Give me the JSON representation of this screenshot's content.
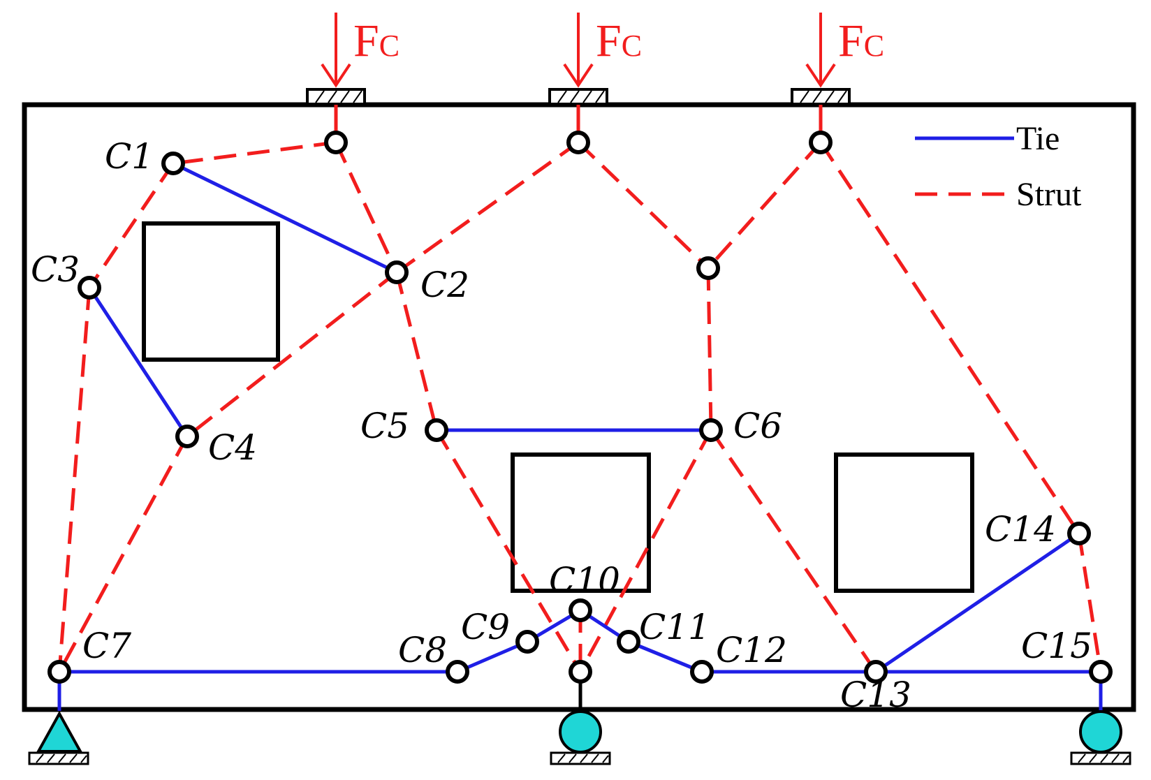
{
  "colors": {
    "tie": "#1f1fe6",
    "strut": "#f21d1d",
    "outline": "#000000",
    "support_fill": "#1fd6d6",
    "load": "#f21d1d"
  },
  "loads": [
    {
      "id": "load-1",
      "main": "F",
      "sub": "C"
    },
    {
      "id": "load-2",
      "main": "F",
      "sub": "C"
    },
    {
      "id": "load-3",
      "main": "F",
      "sub": "C"
    }
  ],
  "legend": {
    "tie_label": "Tie",
    "strut_label": "Strut"
  },
  "nodes": [
    {
      "id": "C1",
      "label": "C1"
    },
    {
      "id": "C2",
      "label": "C2"
    },
    {
      "id": "C3",
      "label": "C3"
    },
    {
      "id": "C4",
      "label": "C4"
    },
    {
      "id": "C5",
      "label": "C5"
    },
    {
      "id": "C6",
      "label": "C6"
    },
    {
      "id": "C7",
      "label": "C7"
    },
    {
      "id": "C8",
      "label": "C8"
    },
    {
      "id": "C9",
      "label": "C9"
    },
    {
      "id": "C10",
      "label": "C10"
    },
    {
      "id": "C11",
      "label": "C11"
    },
    {
      "id": "C12",
      "label": "C12"
    },
    {
      "id": "C13",
      "label": "C13"
    },
    {
      "id": "C14",
      "label": "C14"
    },
    {
      "id": "C15",
      "label": "C15"
    },
    {
      "id": "T1",
      "label": ""
    },
    {
      "id": "T2",
      "label": ""
    },
    {
      "id": "T3",
      "label": ""
    },
    {
      "id": "N1",
      "label": ""
    },
    {
      "id": "B",
      "label": ""
    }
  ],
  "members": [
    {
      "from": "T1",
      "to": "C1",
      "type": "strut"
    },
    {
      "from": "C1",
      "to": "C3",
      "type": "strut"
    },
    {
      "from": "C1",
      "to": "C2",
      "type": "tie"
    },
    {
      "from": "T1",
      "to": "C2",
      "type": "strut"
    },
    {
      "from": "T2",
      "to": "C2",
      "type": "strut"
    },
    {
      "from": "C2",
      "to": "C4",
      "type": "strut"
    },
    {
      "from": "C3",
      "to": "C4",
      "type": "tie"
    },
    {
      "from": "C3",
      "to": "C7",
      "type": "strut"
    },
    {
      "from": "C4",
      "to": "C7",
      "type": "strut"
    },
    {
      "from": "C2",
      "to": "C5",
      "type": "strut"
    },
    {
      "from": "T2",
      "to": "N1",
      "type": "strut"
    },
    {
      "from": "T3",
      "to": "N1",
      "type": "strut"
    },
    {
      "from": "N1",
      "to": "C6",
      "type": "strut"
    },
    {
      "from": "C5",
      "to": "C6",
      "type": "tie"
    },
    {
      "from": "C5",
      "to": "B",
      "type": "strut"
    },
    {
      "from": "C6",
      "to": "B",
      "type": "strut"
    },
    {
      "from": "C6",
      "to": "C13",
      "type": "strut"
    },
    {
      "from": "T3",
      "to": "C14",
      "type": "strut"
    },
    {
      "from": "C14",
      "to": "C15",
      "type": "strut"
    },
    {
      "from": "C10",
      "to": "B",
      "type": "strut"
    },
    {
      "from": "C7",
      "to": "C8",
      "type": "tie"
    },
    {
      "from": "C8",
      "to": "C9",
      "type": "tie"
    },
    {
      "from": "C9",
      "to": "C10",
      "type": "tie"
    },
    {
      "from": "C10",
      "to": "C11",
      "type": "tie"
    },
    {
      "from": "C11",
      "to": "C12",
      "type": "tie"
    },
    {
      "from": "C12",
      "to": "C13",
      "type": "tie"
    },
    {
      "from": "C13",
      "to": "C15",
      "type": "tie"
    },
    {
      "from": "C13",
      "to": "C14",
      "type": "tie"
    }
  ]
}
